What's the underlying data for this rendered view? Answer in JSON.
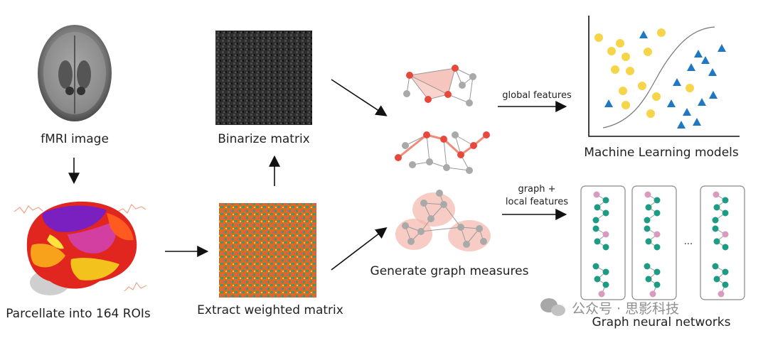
{
  "labels": {
    "fmri": "fMRI image",
    "parcellate": "Parcellate into 164 ROIs",
    "binarize": "Binarize matrix",
    "extract": "Extract weighted matrix",
    "generate": "Generate graph measures",
    "global_features": "global features",
    "graph_local_line1": "graph +",
    "graph_local_line2": "local features",
    "ml_models": "Machine Learning models",
    "gnn": "Graph neural networks",
    "ellipsis": "..."
  },
  "watermark": {
    "text": "公众号 · 思影科技"
  },
  "colors": {
    "arrow": "#111111",
    "node_gray": "#a9a9a9",
    "node_red": "#e8473c",
    "highlight": "#f4b7ac",
    "circle_yellow": "#f7d54a",
    "triangle_blue": "#1f78c1",
    "node_teal": "#1e9b84",
    "node_pink": "#d89ac0",
    "matrix_dark": "#2b2b2b",
    "matrix_orange": "#e8661f",
    "matrix_green": "#3f9a6a"
  }
}
